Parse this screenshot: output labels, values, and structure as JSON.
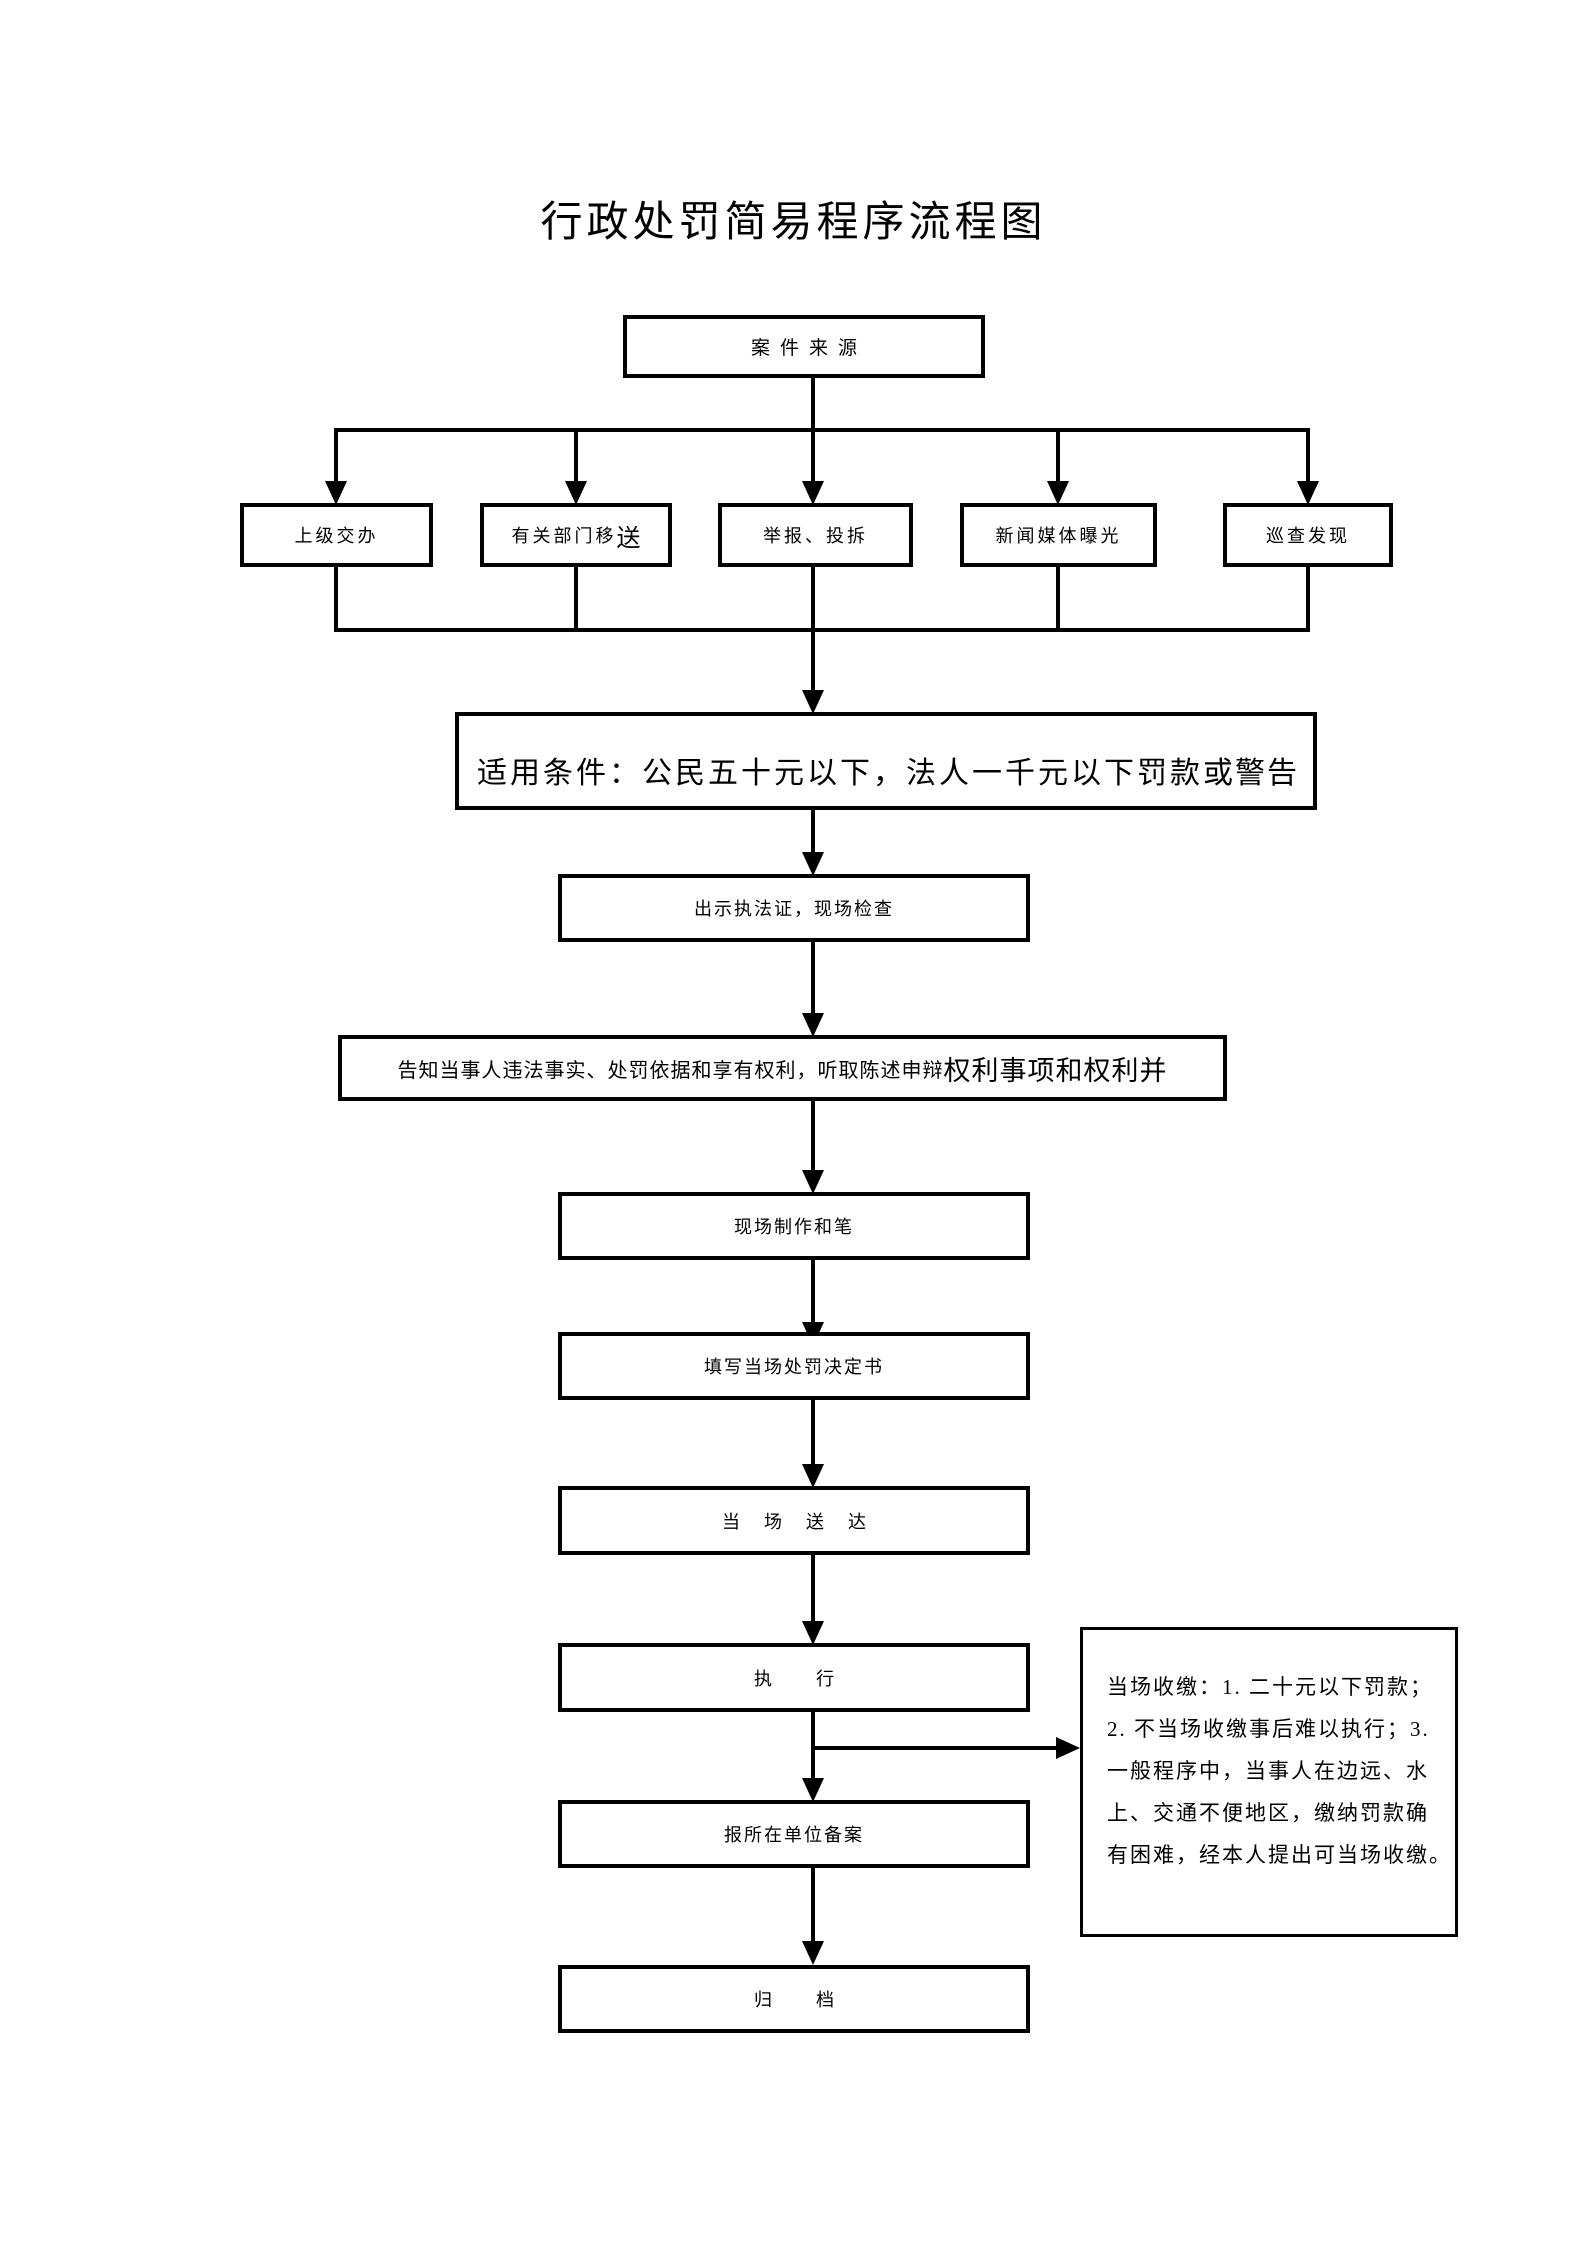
{
  "meta": {
    "ink": "#000000",
    "paper": "#ffffff"
  },
  "title": "行政处罚简易程序流程图",
  "nodes": {
    "source": {
      "label": "案件来源"
    },
    "branch1": {
      "label": "上级交办"
    },
    "branch2": {
      "label_main": "有关部门移",
      "label_alt": "送"
    },
    "branch3": {
      "label": "举报、投拆"
    },
    "branch4": {
      "label": "新闻媒体曝光"
    },
    "branch5": {
      "label": "巡查发现"
    },
    "condition": {
      "label_main": "适用条件：公民五十元以下，法人一千元以下罚款",
      "label_alt": "或警告"
    },
    "show_credentials": {
      "label": "出示执法证，现场检查"
    },
    "inform": {
      "label_main": "告知当事人违法事实、处罚依据和享有权利，听取陈述申辩",
      "label_alt": "权利事项和权利并"
    },
    "onsite_record": {
      "label": "现场制作和笔"
    },
    "fill_decision": {
      "label": "填写当场处罚决定书"
    },
    "deliver": {
      "label": "当场送达"
    },
    "execute": {
      "label": "执行"
    },
    "report": {
      "label": "报所在单位备案"
    },
    "archive": {
      "label": "归档"
    },
    "note": {
      "lines": [
        "当场收缴：1. 二十元以下罚款；",
        "2. 不当场收缴事后难以执行；3.",
        "一般程序中，当事人在边远、水",
        "上、交通不便地区，缴纳罚款确",
        "有困难，经本人提出可当场收缴。"
      ]
    }
  }
}
